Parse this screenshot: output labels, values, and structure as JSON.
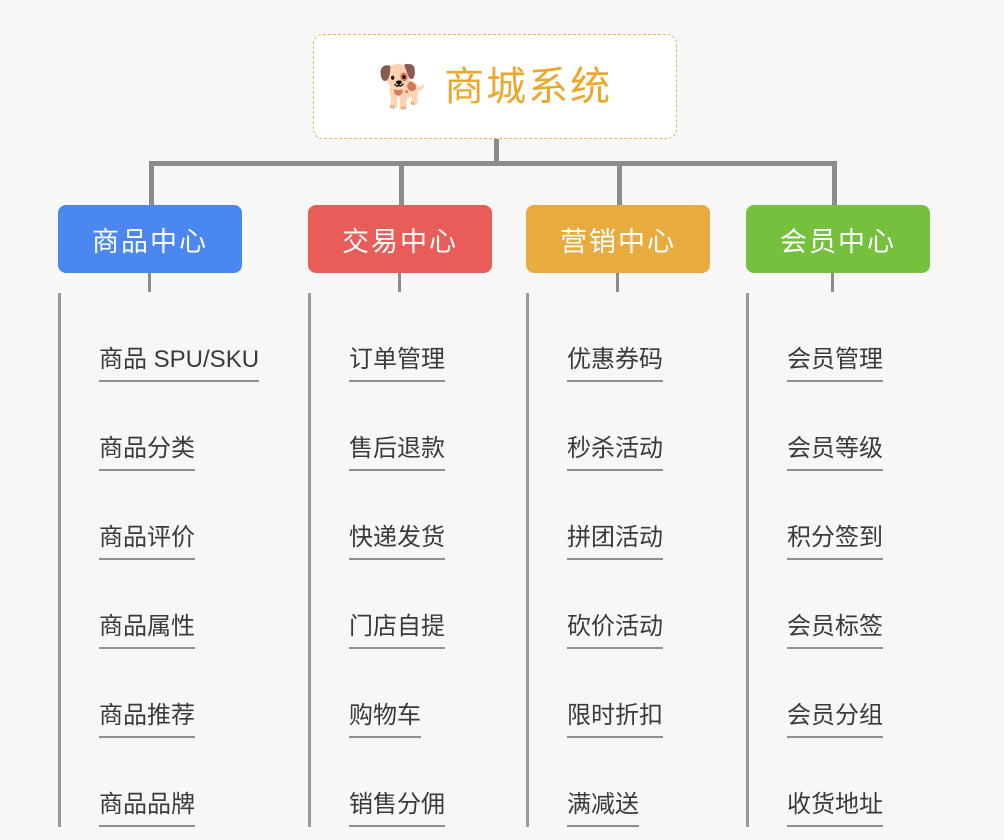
{
  "diagram": {
    "title": "商城系统",
    "type": "organization-tree",
    "background_color": "#f7f7f7",
    "connector_color": "#8c8c8c"
  },
  "root": {
    "label": "商城系统",
    "emoji": "🐕",
    "emoji_name": "shiba-dog-face",
    "text_color": "#eaa82c",
    "border_color": "#e8b563",
    "background_color": "#ffffff"
  },
  "categories": [
    {
      "label": "商品中心",
      "color": "#4a87f0",
      "items": [
        "商品 SPU/SKU",
        "商品分类",
        "商品评价",
        "商品属性",
        "商品推荐",
        "商品品牌"
      ]
    },
    {
      "label": "交易中心",
      "color": "#e85d57",
      "items": [
        "订单管理",
        "售后退款",
        "快递发货",
        "门店自提",
        "购物车",
        "销售分佣"
      ]
    },
    {
      "label": "营销中心",
      "color": "#e8ac3e",
      "items": [
        "优惠券码",
        "秒杀活动",
        "拼团活动",
        "砍价活动",
        "限时折扣",
        "满减送"
      ]
    },
    {
      "label": "会员中心",
      "color": "#75c13d",
      "items": [
        "会员管理",
        "会员等级",
        "积分签到",
        "会员标签",
        "会员分组",
        "收货地址"
      ]
    }
  ]
}
